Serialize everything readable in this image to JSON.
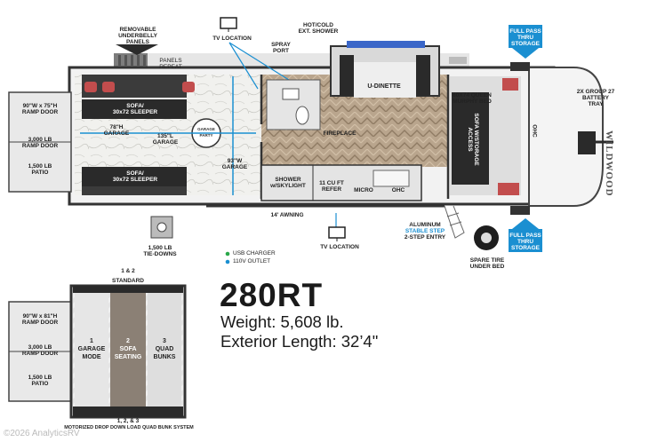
{
  "model": "280RT",
  "specs": {
    "weight": "Weight: 5,608 lb.",
    "length": "Exterior Length: 32’4\""
  },
  "brand": "WILDWOOD",
  "copyright": "©2026 AnalyticsRV",
  "labels": {
    "removable_panels": "REMOVABLE\nUNDERBELLY\nPANELS",
    "tv_location_top": "TV LOCATION",
    "spray_port": "SPRAY\nPORT",
    "hot_cold_shower": "HOT/COLD\nEXT. SHOWER",
    "full_pass_top": "FULL PASS\nTHRU\nSTORAGE",
    "battery_tray": "2X GROUP 27\nBATTERY\nTRAY",
    "panels_repeat": "PANELS\nREPEAT",
    "u_dinette": "U-DINETTE",
    "sofa_top": "SOFA/\n30x72 SLEEPER",
    "fireplace": "FIREPLACE",
    "murphy_bed": "60X74 QUEEN\nMURPHY BED",
    "sofa_storage": "SOFA W/STORAGE\nACCESS",
    "ohc_right": "OHC",
    "garage_78": "78\"H\nGARAGE",
    "garage_135": "135\"L\nGARAGE",
    "garage_93": "93\"W\nGARAGE",
    "sofa_bottom": "SOFA/\n30x72 SLEEPER",
    "ramp_door": "90\"W x 75\"H\nRAMP DOOR",
    "ramp_3000": "3,000 LB\nRAMP DOOR",
    "patio_1500": "1,500 LB\nPATIO",
    "shower": "SHOWER\nw/SKYLIGHT",
    "refer": "11 CU FT\nREFER",
    "micro": "MICRO",
    "ohc_kitchen": "OHC",
    "awning": "14' AWNING",
    "aluminum_step": "ALUMINUM",
    "stable_step": "STABLE STEP",
    "step_entry": "2-STEP ENTRY",
    "full_pass_bottom": "FULL PASS\nTHRU\nSTORAGE",
    "tie_downs": "1,500 LB\nTIE-DOWNS",
    "usb_charger": "USB CHARGER",
    "outlet_110": "110V OUTLET",
    "tv_location_bottom": "TV LOCATION",
    "spare_tire": "SPARE TIRE\nUNDER BED",
    "garage_tag": "GARAGE\nPARTY"
  },
  "inset": {
    "ramp_door": "90\"W x 81\"H\nRAMP DOOR",
    "ramp_3000": "3,000 LB\nRAMP DOOR",
    "patio_1500": "1,500 LB\nPATIO",
    "header_top": "1 & 2",
    "header_standard": "STANDARD",
    "mode1": "1\nGARAGE\nMODE",
    "mode2": "2\nSOFA\nSEATING",
    "mode3": "3\nQUAD\nBUNKS",
    "footer_top": "1, 2, & 3",
    "footer_system": "MOTORIZED DROP DOWN LOAD QUAD BUNK SYSTEM"
  },
  "legend_colors": {
    "usb": "#2aa84a",
    "outlet": "#1a8fd1",
    "accent_blue": "#1a8fd1"
  }
}
